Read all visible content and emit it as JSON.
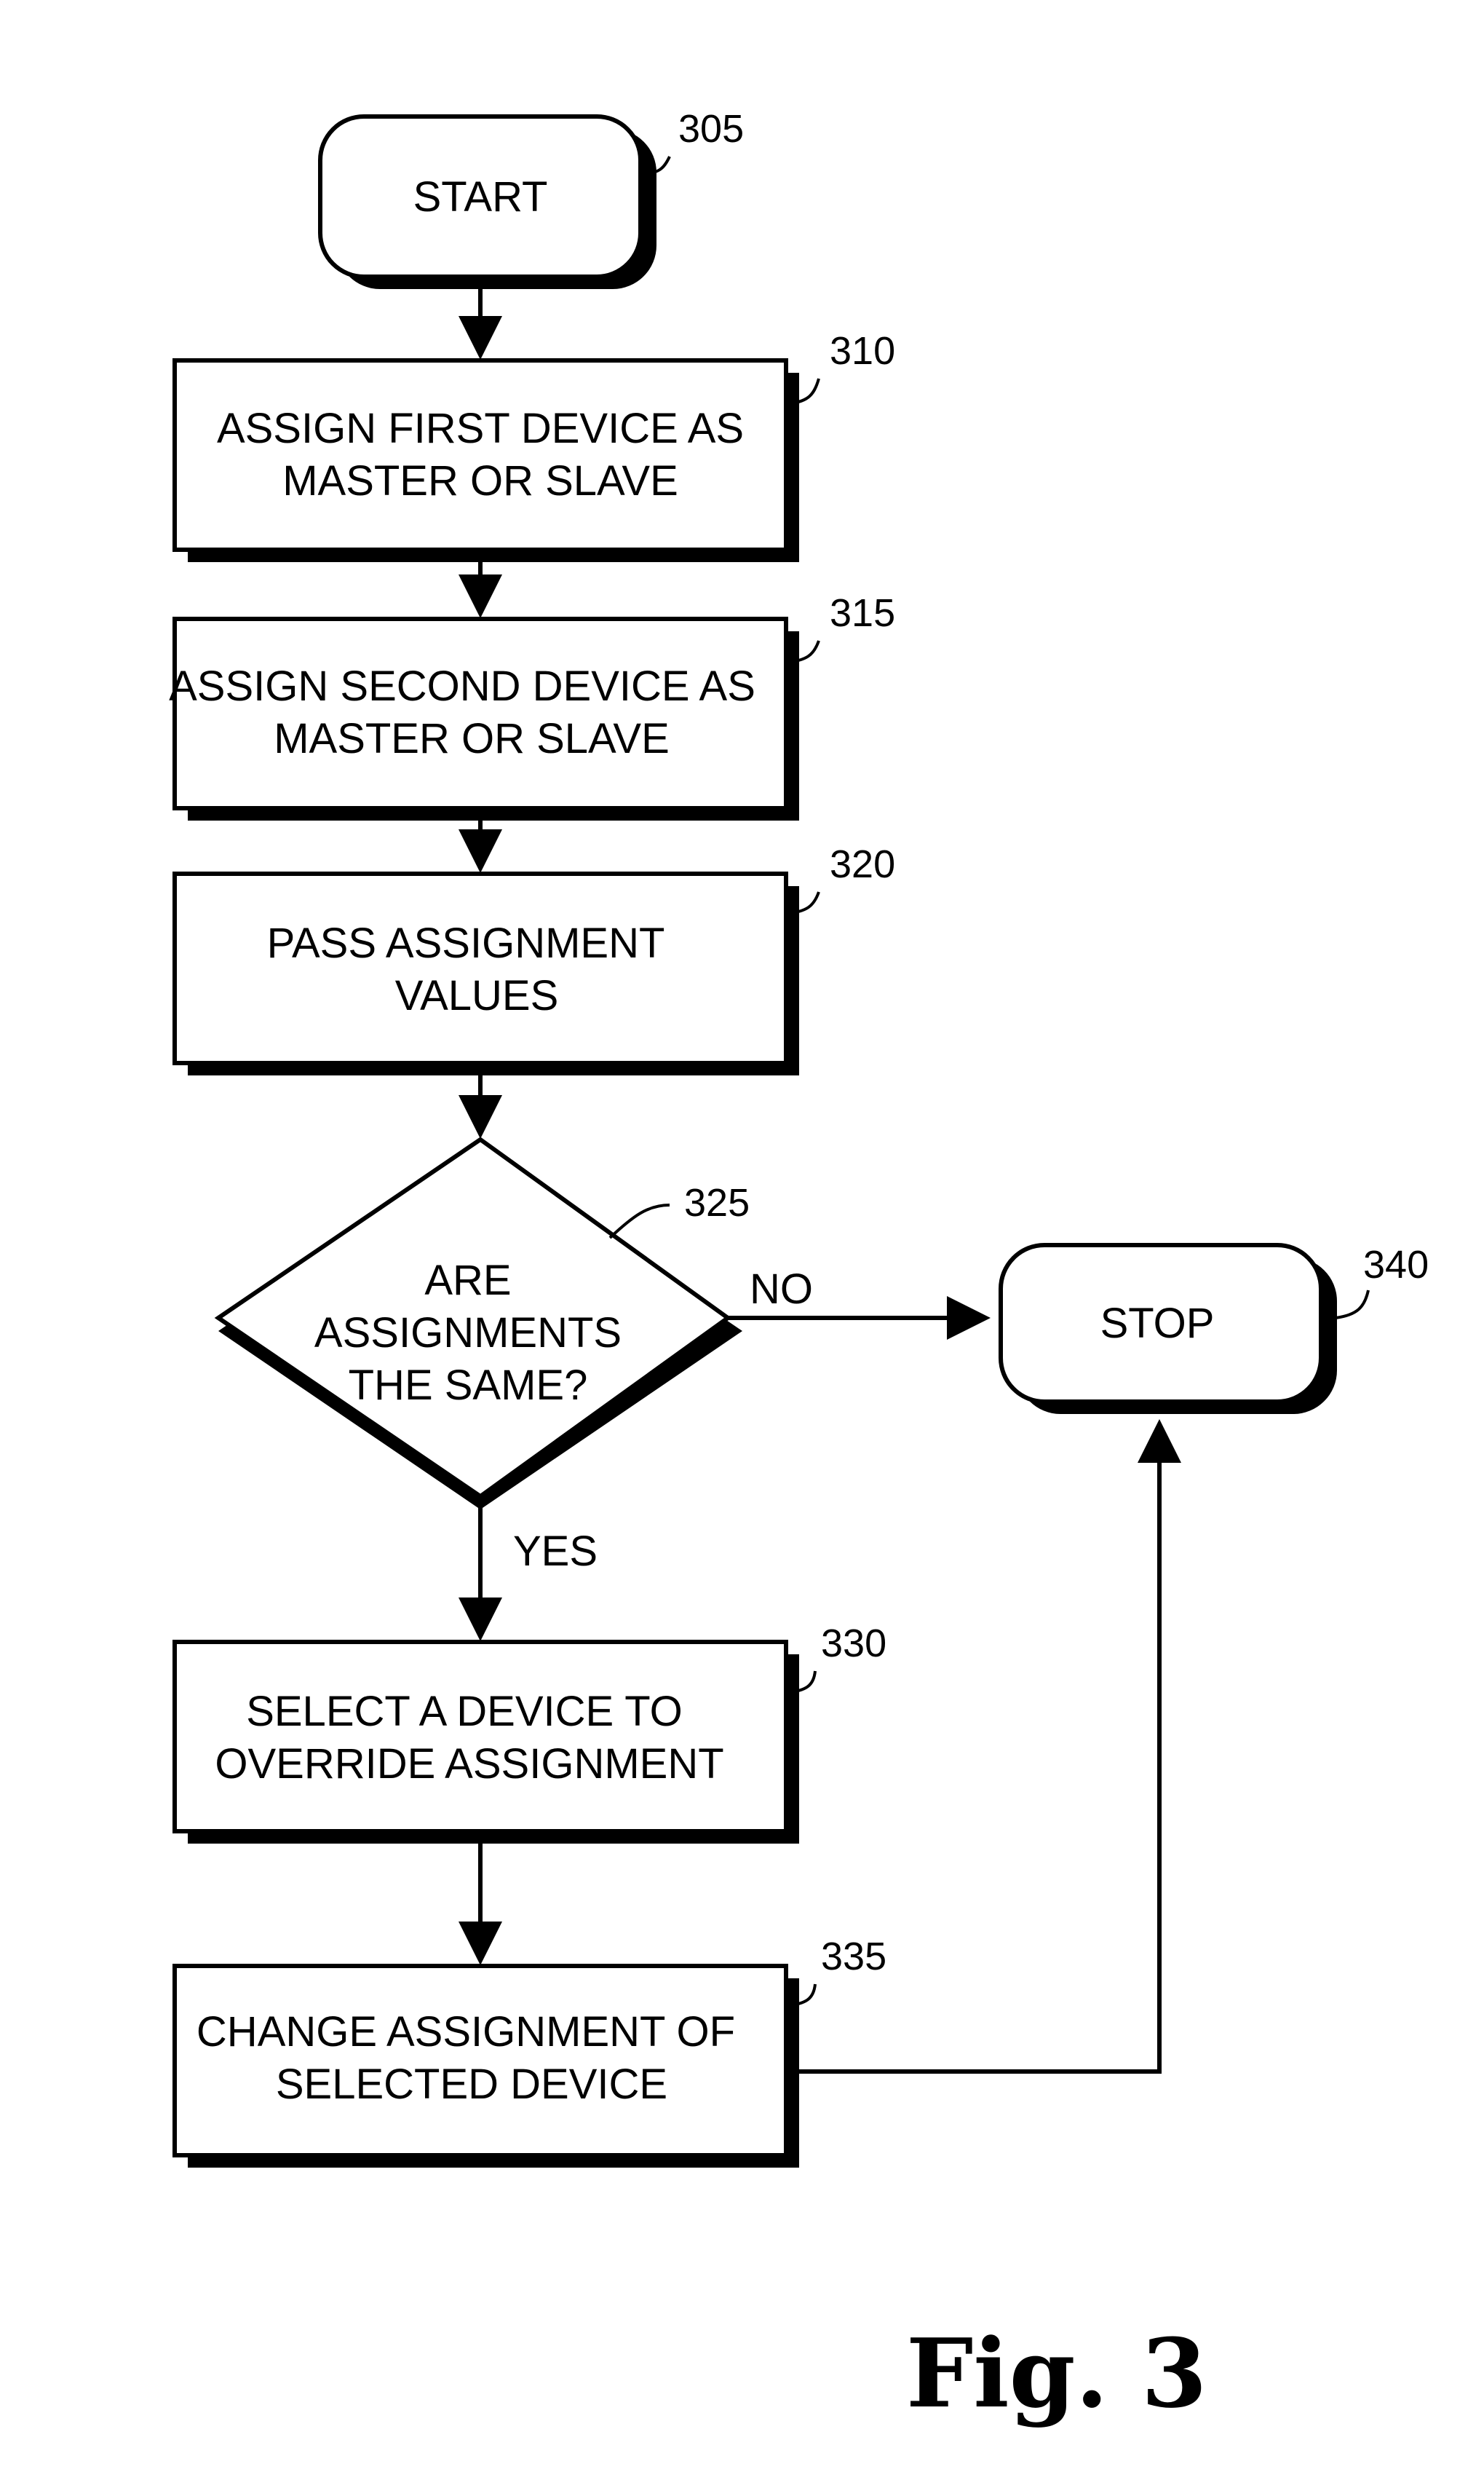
{
  "figure_label": "Fig. 3",
  "nodes": {
    "start": {
      "ref": "305",
      "lines": [
        "START"
      ]
    },
    "assign_first": {
      "ref": "310",
      "lines": [
        "ASSIGN FIRST DEVICE AS",
        "MASTER OR SLAVE"
      ]
    },
    "assign_second": {
      "ref": "315",
      "lines": [
        "ASSIGN SECOND DEVICE AS",
        "MASTER OR SLAVE"
      ]
    },
    "pass_values": {
      "ref": "320",
      "lines": [
        "PASS ASSIGNMENT",
        "VALUES"
      ]
    },
    "decision": {
      "ref": "325",
      "lines": [
        "ARE",
        "ASSIGNMENTS",
        "THE SAME?"
      ]
    },
    "select_device": {
      "ref": "330",
      "lines": [
        "SELECT A DEVICE TO",
        "OVERRIDE ASSIGNMENT"
      ]
    },
    "change_assignment": {
      "ref": "335",
      "lines": [
        "CHANGE ASSIGNMENT OF",
        "SELECTED DEVICE"
      ]
    },
    "stop": {
      "ref": "340",
      "lines": [
        "STOP"
      ]
    }
  },
  "edge_labels": {
    "no": "NO",
    "yes": "YES"
  },
  "colors": {
    "ink": "#000000",
    "paper": "#ffffff"
  }
}
